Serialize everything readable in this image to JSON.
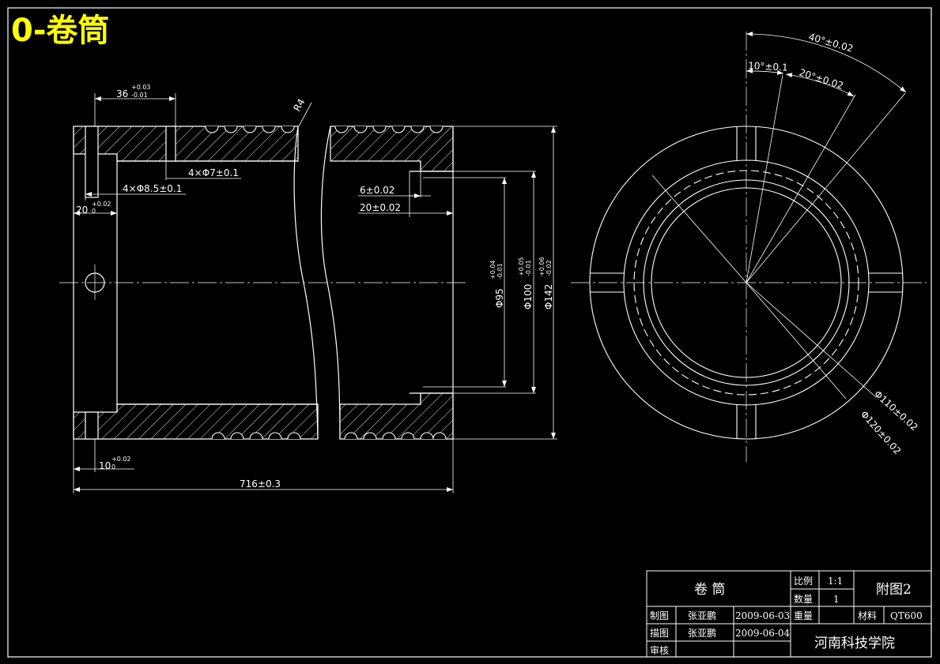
{
  "title": "0-卷筒",
  "colors": {
    "background": "#000000",
    "lines": "#ffffff",
    "title": "#ffff00"
  },
  "front_view": {
    "top_hole_spacing": {
      "nominal": "36",
      "upper": "+0.03",
      "lower": "-0.01"
    },
    "groove_radius": "R4",
    "small_holes": "4×Φ7±0.1",
    "large_holes": "4×Φ8.5±0.1",
    "flange_width_left": {
      "nominal": "20",
      "upper": "+0.02",
      "lower": "0"
    },
    "step_depth": "6±0.02",
    "step_length": "20±0.02",
    "bore_diameter": {
      "nominal": "Φ95",
      "upper": "+0.04",
      "lower": "-0.01"
    },
    "step_diameter": {
      "nominal": "Φ100",
      "upper": "+0.05",
      "lower": "-0.01"
    },
    "outer_diameter": {
      "nominal": "Φ142",
      "upper": "+0.06",
      "lower": "-0.02"
    },
    "bottom_hole_offset": {
      "nominal": "10",
      "upper": "+0.02",
      "lower": "0"
    },
    "total_length": "716±0.3"
  },
  "side_view": {
    "angle_outer": "40°±0.02",
    "angle_small": "10°±0.1",
    "angle_mid": "20°±0.02",
    "hole_circle_1": "Φ110±0.02",
    "hole_circle_2": "Φ120±0.02"
  },
  "title_block": {
    "part_name": "卷  筒",
    "scale_label": "比例",
    "scale_value": "1:1",
    "qty_label": "数量",
    "qty_value": "1",
    "drawing_no": "附图2",
    "drawn_label": "制图",
    "drawn_name": "张亚鹏",
    "drawn_date": "2009-06-03",
    "weight_label": "重量",
    "material_label": "材料",
    "material_value": "QT600",
    "traced_label": "描图",
    "traced_name": "张亚鹏",
    "traced_date": "2009-06-04",
    "checked_label": "审核",
    "school": "河南科技学院"
  }
}
